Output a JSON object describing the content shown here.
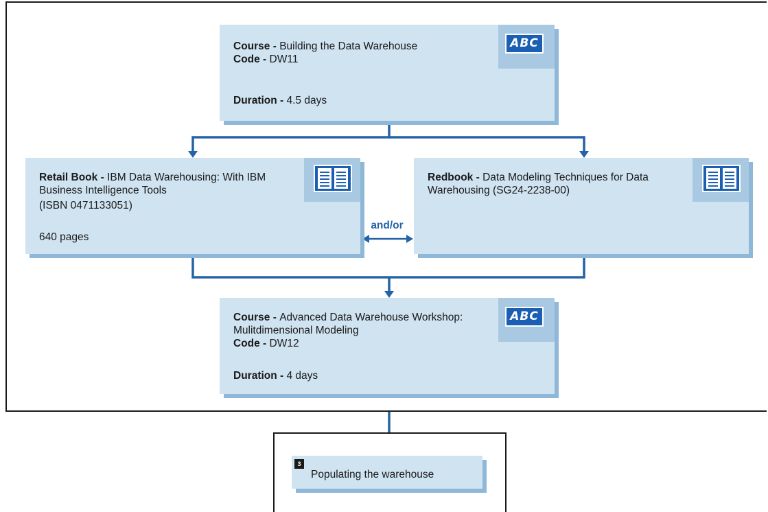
{
  "course1": {
    "course_label": "Course - ",
    "course_value": "Building the Data Warehouse",
    "code_label": "Code - ",
    "code_value": "DW11",
    "duration_label": "Duration - ",
    "duration_value": "4.5 days",
    "icon": "abc-icon"
  },
  "retail_book": {
    "label": "Retail Book - ",
    "value_line1": "IBM Data Warehousing: With IBM",
    "value_line2": "Business Intelligence Tools",
    "isbn": "(ISBN 0471133051)",
    "pages": "640 pages",
    "icon": "book-icon"
  },
  "redbook": {
    "label": "Redbook - ",
    "value_line1": "Data Modeling Techniques for Data",
    "value_line2": "Warehousing (SG24-2238-00)",
    "icon": "book-icon"
  },
  "connector": {
    "andor": "and/or"
  },
  "course2": {
    "course_label": "Course - ",
    "course_value_line1": "Advanced Data Warehouse Workshop:",
    "course_value_line2": "Mulitdimensional Modeling",
    "code_label": "Code - ",
    "code_value": "DW12",
    "duration_label": "Duration - ",
    "duration_value": "4 days",
    "icon": "abc-icon"
  },
  "next_step": {
    "number": "3",
    "label": "Populating the warehouse"
  },
  "colors": {
    "box_fill": "#cfe3f1",
    "box_shadow": "#8fb8d8",
    "icon_tab": "#a9c9e2",
    "connector": "#2463a6",
    "abc_fill": "#1a5fb4"
  }
}
